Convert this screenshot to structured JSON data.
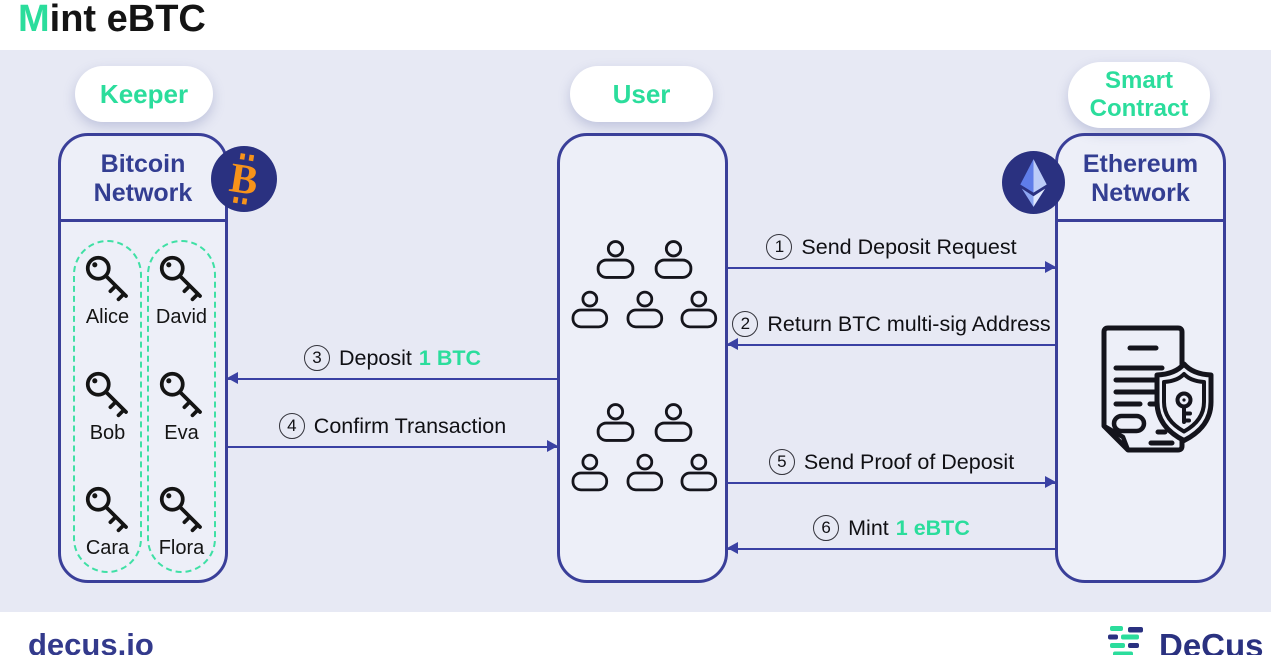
{
  "title": {
    "accent": "M",
    "rest": "int eBTC"
  },
  "pills": {
    "keeper": "Keeper",
    "user": "User",
    "contract": "Smart Contract"
  },
  "boxes": {
    "bitcoin": {
      "title": "Bitcoin Network"
    },
    "ethereum": {
      "title": "Ethereum Network"
    }
  },
  "keepers": {
    "left": [
      "Alice",
      "Bob",
      "Cara"
    ],
    "right": [
      "David",
      "Eva",
      "Flora"
    ]
  },
  "arrows": {
    "a1": {
      "num": "1",
      "text": "Send Deposit Request",
      "direction": "user-to-contract"
    },
    "a2": {
      "num": "2",
      "text": "Return BTC multi-sig Address",
      "direction": "contract-to-user"
    },
    "a3": {
      "num": "3",
      "text": "Deposit",
      "highlight": "1 BTC",
      "direction": "user-to-keeper"
    },
    "a4": {
      "num": "4",
      "text": "Confirm Transaction",
      "direction": "keeper-to-user"
    },
    "a5": {
      "num": "5",
      "text": "Send Proof of Deposit",
      "direction": "user-to-contract"
    },
    "a6": {
      "num": "6",
      "text": "Mint",
      "highlight": "1 eBTC",
      "direction": "contract-to-user"
    }
  },
  "footer": {
    "site": "decus.io",
    "brand": "DeCus"
  },
  "icons": {
    "bitcoin-icon": "₿ in navy circle",
    "ethereum-icon": "◇ diamond in navy circle",
    "key-icon": "outline key",
    "person-icon": "outline person",
    "contract-shield-icon": "document with shield and key"
  },
  "colors": {
    "green": "#2BDD9C",
    "navy_border": "#3A3F99",
    "navy_text": "#333E92",
    "panel": "#E7E9F4",
    "bitcoin_orange": "#F7931A",
    "arrow": "#3A41A3"
  }
}
